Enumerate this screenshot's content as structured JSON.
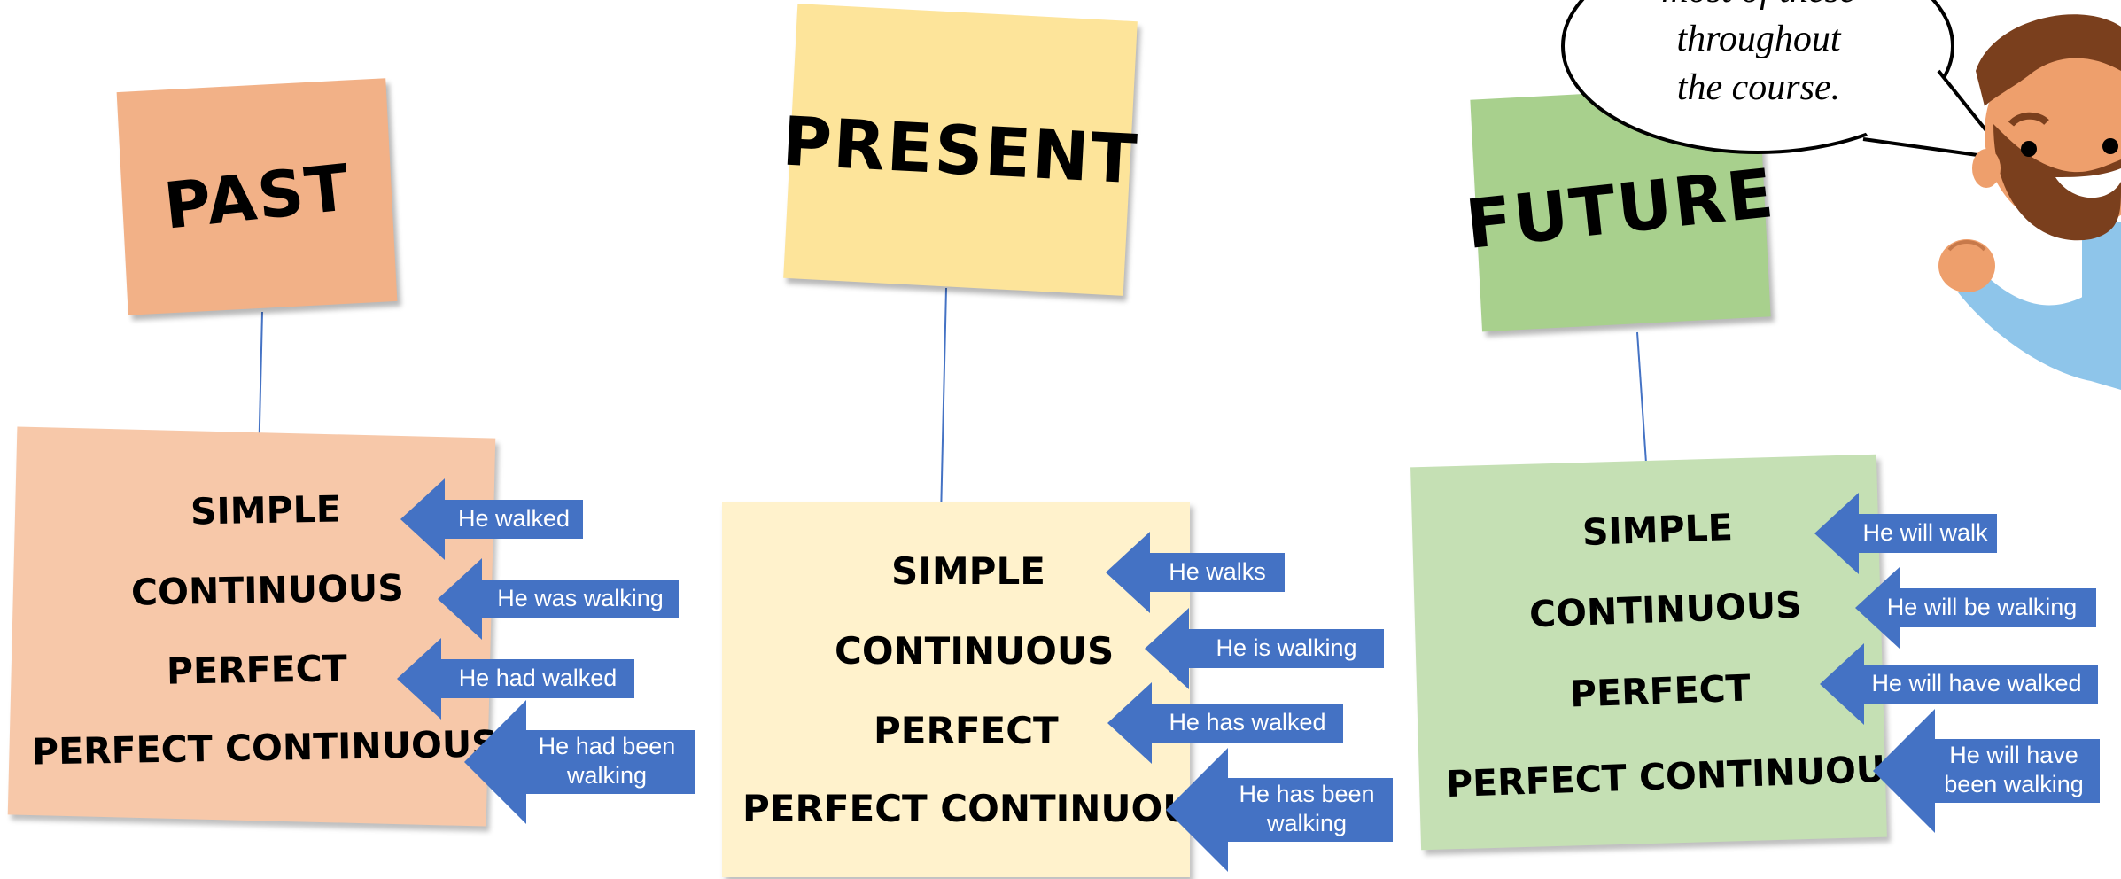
{
  "colors": {
    "past_title": "#f2b187",
    "past_box": "#f7c8a9",
    "present_title": "#fde49a",
    "present_box": "#fff2cc",
    "future_title": "#a8d08d",
    "future_box": "#c5e0b4",
    "arrow_fill": "#4472c4",
    "connector": "#4472c4"
  },
  "columns": [
    {
      "title": "PAST",
      "labels": [
        "SIMPLE",
        "CONTINUOUS",
        "PERFECT",
        "PERFECT CONTINUOUS"
      ],
      "examples": [
        "He walked",
        "He was walking",
        "He had walked",
        "He had been\nwalking"
      ]
    },
    {
      "title": "PRESENT",
      "labels": [
        "SIMPLE",
        "CONTINUOUS",
        "PERFECT",
        "PERFECT CONTINUOUS"
      ],
      "examples": [
        "He walks",
        "He is walking",
        "He has walked",
        "He has been\nwalking"
      ]
    },
    {
      "title": "FUTURE",
      "labels": [
        "SIMPLE",
        "CONTINUOUS",
        "PERFECT",
        "PERFECT CONTINUOUS"
      ],
      "examples": [
        "He will walk",
        "He will be walking",
        "He will have walked",
        "He will have\nbeen walking"
      ]
    }
  ],
  "speech_bubble": {
    "text": "most of these\nthroughout\nthe course."
  }
}
